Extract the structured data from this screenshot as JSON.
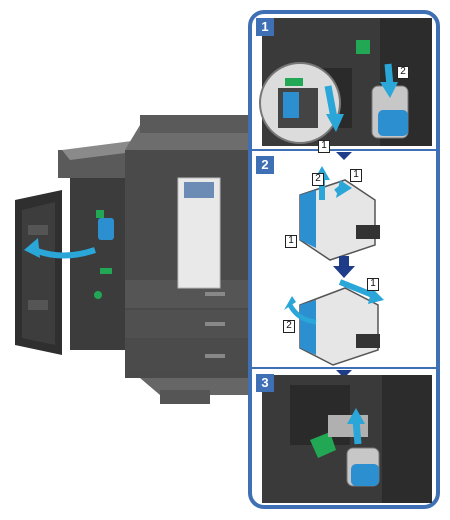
{
  "steps": [
    {
      "number": "1",
      "callouts": [
        "2",
        "1"
      ]
    },
    {
      "number": "2",
      "callouts": [
        "2",
        "1",
        "1",
        "1",
        "2"
      ]
    },
    {
      "number": "3",
      "callouts": []
    }
  ],
  "colors": {
    "panel_border": "#3f6fb4",
    "arrow_cyan": "#2aa6d8",
    "arrow_navy": "#1e3c88",
    "part_green": "#22a855",
    "cartridge_blue": "#2c8fd0",
    "machine_dark": "#3a3a3a"
  }
}
